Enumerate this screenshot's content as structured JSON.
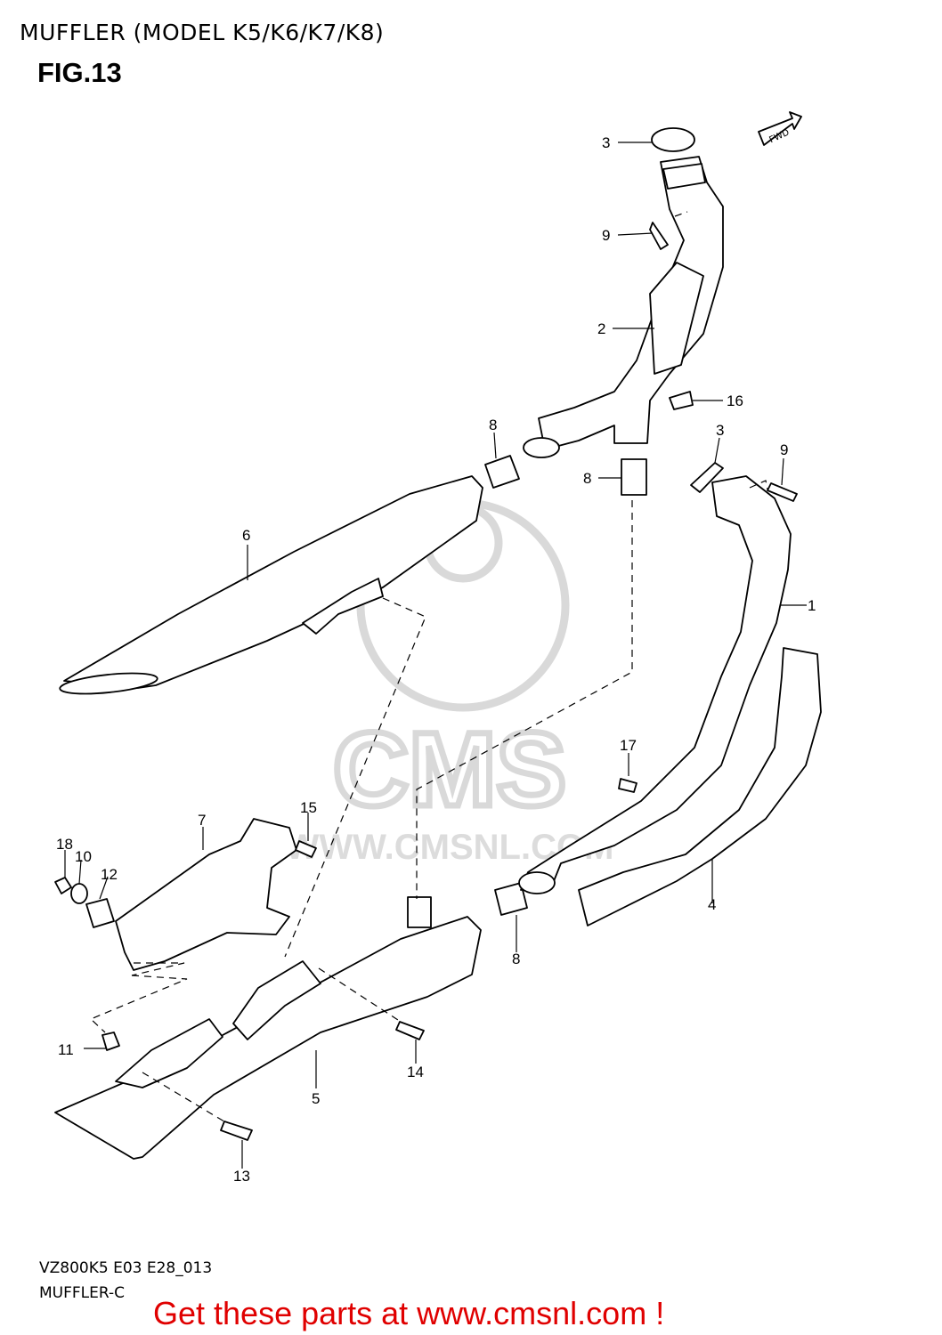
{
  "header": {
    "title": "MUFFLER (MODEL K5/K6/K7/K8)",
    "figure": "FIG.13"
  },
  "footer": {
    "code": "VZ800K5 E03 E28_013",
    "name": "MUFFLER-C",
    "promo": "Get these parts at www.cmsnl.com !"
  },
  "watermark": {
    "logo": "CMS",
    "url": "WWW.CMSNL.COM"
  },
  "fwd_label": "FWD",
  "callouts": [
    "1",
    "2",
    "3",
    "3",
    "4",
    "5",
    "6",
    "7",
    "8",
    "8",
    "8",
    "9",
    "9",
    "10",
    "11",
    "12",
    "13",
    "14",
    "15",
    "16",
    "17",
    "18"
  ],
  "colors": {
    "promo": "#e00000",
    "watermark": "#d9d9d9"
  }
}
